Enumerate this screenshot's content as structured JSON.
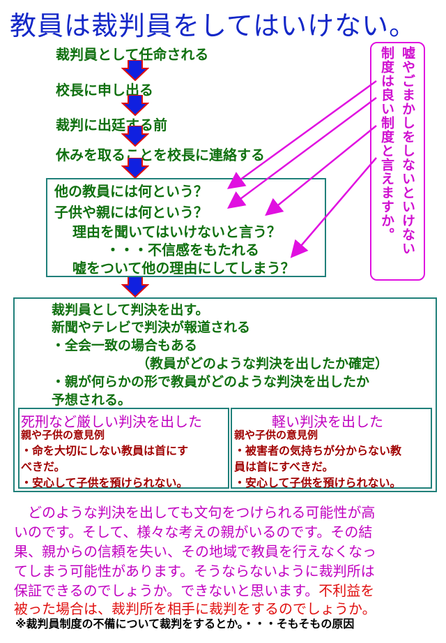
{
  "title": "教員は裁判員をしてはいけない。",
  "steps": [
    "裁判員として任命される",
    "校長に申し出る",
    "裁判に出廷する前",
    "休みを取ることを校長に連絡する"
  ],
  "questions": [
    "他の教員には何という？",
    "子供や親には何という？",
    "理由を聞いてはいけないと言う？",
    "・・・不信感をもたれる",
    "嘘をついて他の理由にしてしまう？"
  ],
  "side_note": {
    "col1": "嘘やごまかしをしないといけない",
    "col2": "制度は良い制度と言えますか。"
  },
  "result": {
    "lines": [
      "裁判員として判決を出す。",
      "新聞やテレビで判決が報道される",
      "・全会一致の場合もある",
      "（教員がどのような判決を出したか確定）",
      "・親が何らかの形で教員がどのような判決を出したか",
      "予想される。"
    ]
  },
  "severe": {
    "heading": "死刑など厳しい判決を出した",
    "subheading": "親や子供の意見例",
    "lines": [
      "・命を大切にしない教員は首にす",
      "べきだ。",
      "・安心して子供を預けられない。"
    ]
  },
  "light": {
    "heading": "軽い判決を出した",
    "subheading": "親や子供の意見例",
    "lines": [
      "・被害者の気持ちが分からない教",
      "員は首にすべきだ。",
      "・安心して子供を預けられない。"
    ]
  },
  "paragraph": {
    "lines": [
      "　どのような判決を出しても文句をつけられる可能性が高",
      "いのです。そして、様々な考えの親がいるのです。その結",
      "果、親からの信頼を失い、その地域で教員を行えなくなっ",
      "てしまう可能性があります。そうならないように裁判所は",
      "保証できるのでしょうか。できないと思います。"
    ],
    "red_tail": "不利益を",
    "last_line": "被った場合は、裁判所を相手に裁判をするのでしょうか。"
  },
  "footnote": "※裁判員制度の不備について裁判をするとか。・・・そもそもの原因",
  "colors": {
    "title": "#1428c8",
    "steps": "#107010",
    "arrow_fill": "#1020e0",
    "arrow_border": "#e01010",
    "callout": "#e010e0",
    "box_border": "#20807a",
    "paragraph": "#c000c0",
    "opinion": "#a00000"
  }
}
